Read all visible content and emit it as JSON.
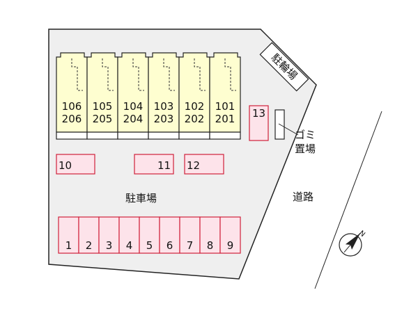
{
  "units": [
    {
      "top": "106",
      "bottom": "206"
    },
    {
      "top": "105",
      "bottom": "205"
    },
    {
      "top": "104",
      "bottom": "204"
    },
    {
      "top": "103",
      "bottom": "203"
    },
    {
      "top": "102",
      "bottom": "202"
    },
    {
      "top": "101",
      "bottom": "201"
    }
  ],
  "parking_row": [
    "1",
    "2",
    "3",
    "4",
    "5",
    "6",
    "7",
    "8",
    "9"
  ],
  "parking_singles": {
    "p10": "10",
    "p11": "11",
    "p12": "12",
    "p13": "13"
  },
  "labels": {
    "bicycle_parking": "駐輪場",
    "garbage_line1": "ゴミ",
    "garbage_line2": "置場",
    "parking_lot": "駐車場",
    "road": "道路",
    "north": "N"
  },
  "colors": {
    "site": "#efefef",
    "building": "#fefed0",
    "parking_fill": "#fde3ea",
    "parking_stroke": "#d0203a",
    "outline": "#222222"
  }
}
